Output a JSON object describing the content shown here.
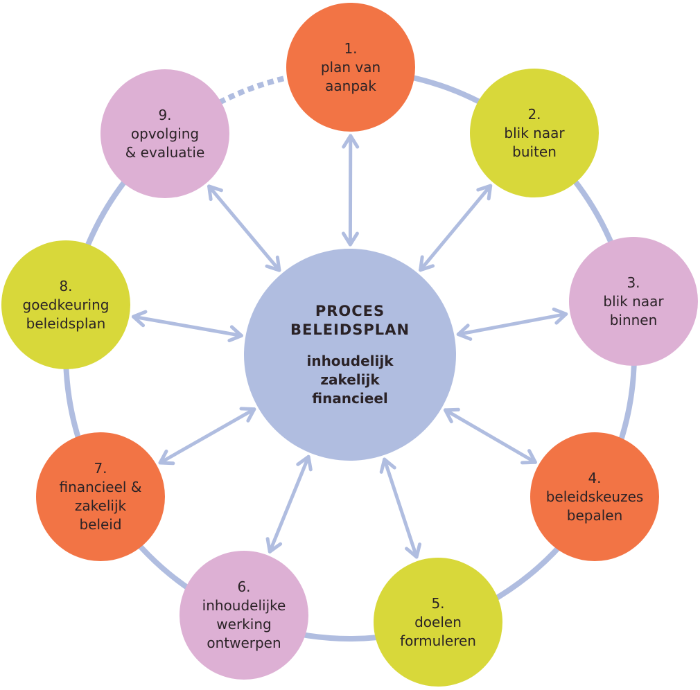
{
  "diagram": {
    "center": {
      "title_lines": [
        "PROCES",
        "BELEIDSPLAN"
      ],
      "sub_lines": [
        "inhoudelijk",
        "zakelijk",
        "financieel"
      ]
    },
    "steps": [
      {
        "number": "1.",
        "lines": [
          "plan van",
          "aanpak"
        ],
        "color": "#f27445"
      },
      {
        "number": "2.",
        "lines": [
          "blik naar",
          "buiten"
        ],
        "color": "#d8d83a"
      },
      {
        "number": "3.",
        "lines": [
          "blik naar",
          "binnen"
        ],
        "color": "#ddb0d4"
      },
      {
        "number": "4.",
        "lines": [
          "beleidskeuzes",
          "bepalen"
        ],
        "color": "#f27445"
      },
      {
        "number": "5.",
        "lines": [
          "doelen",
          "formuleren"
        ],
        "color": "#d8d83a"
      },
      {
        "number": "6.",
        "lines": [
          "inhoudelijke",
          "werking",
          "ontwerpen"
        ],
        "color": "#ddb0d4"
      },
      {
        "number": "7.",
        "lines": [
          "financieel &",
          "zakelijk",
          "beleid"
        ],
        "color": "#f27445"
      },
      {
        "number": "8.",
        "lines": [
          "goedkeuring",
          "beleidsplan"
        ],
        "color": "#d8d83a"
      },
      {
        "number": "9.",
        "lines": [
          "opvolging",
          "& evaluatie"
        ],
        "color": "#ddb0d4"
      }
    ],
    "colors": {
      "ring": "#b0bde0",
      "arrow": "#b0bde0",
      "center_fill": "#b0bde0",
      "text": "#2a2226"
    }
  }
}
